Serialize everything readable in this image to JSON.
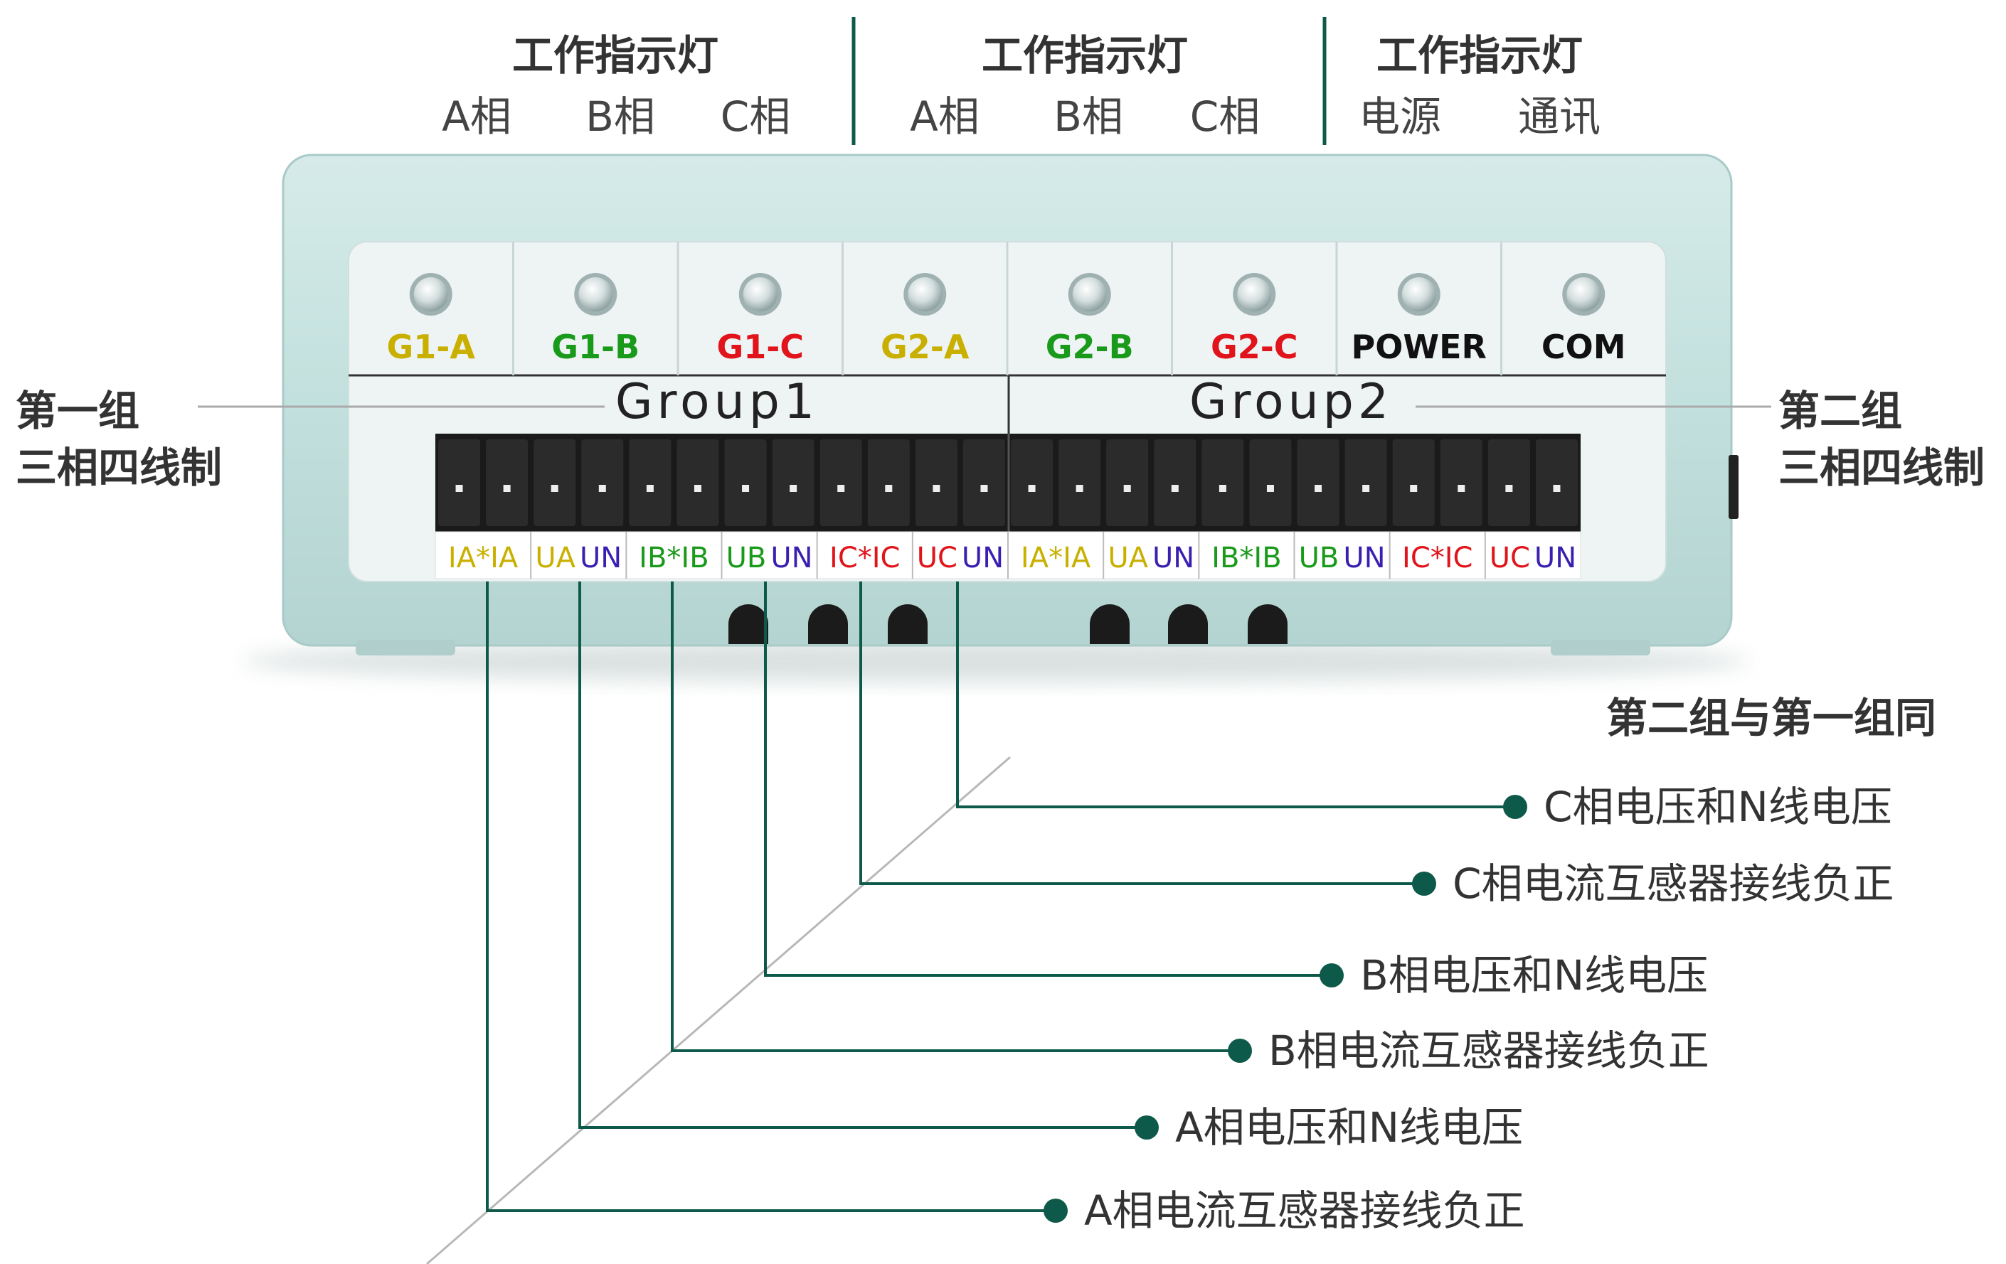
{
  "header_groups": [
    {
      "title": "工作指示灯",
      "subs": [
        "A相",
        "B相",
        "C相"
      ]
    },
    {
      "title": "工作指示灯",
      "subs": [
        "A相",
        "B相",
        "C相"
      ]
    },
    {
      "title": "工作指示灯",
      "subs": [
        "电源",
        "通讯"
      ]
    }
  ],
  "leds": [
    {
      "label": "G1-A",
      "color": "#c9b000"
    },
    {
      "label": "G1-B",
      "color": "#1a9a1a"
    },
    {
      "label": "G1-C",
      "color": "#e0141a"
    },
    {
      "label": "G2-A",
      "color": "#c9b000"
    },
    {
      "label": "G2-B",
      "color": "#1a9a1a"
    },
    {
      "label": "G2-C",
      "color": "#e0141a"
    },
    {
      "label": "POWER",
      "color": "#111111"
    },
    {
      "label": "COM",
      "color": "#111111"
    }
  ],
  "groups": [
    "Group1",
    "Group2"
  ],
  "side_labels": {
    "left": [
      "第一组",
      "三相四线制"
    ],
    "right": [
      "第二组",
      "三相四线制"
    ]
  },
  "terminal_labels": [
    [
      {
        "t": "IA*IA",
        "c": "#c9b000"
      }
    ],
    [
      {
        "t": "UA",
        "c": "#c9b000"
      },
      {
        "t": "UN",
        "c": "#3a1fb0"
      }
    ],
    [
      {
        "t": "IB*IB",
        "c": "#1a9a1a"
      }
    ],
    [
      {
        "t": "UB",
        "c": "#1a9a1a"
      },
      {
        "t": "UN",
        "c": "#3a1fb0"
      }
    ],
    [
      {
        "t": "IC*IC",
        "c": "#e0141a"
      }
    ],
    [
      {
        "t": "UC",
        "c": "#e0141a"
      },
      {
        "t": "UN",
        "c": "#3a1fb0"
      }
    ],
    [
      {
        "t": "IA*IA",
        "c": "#c9b000"
      }
    ],
    [
      {
        "t": "UA",
        "c": "#c9b000"
      },
      {
        "t": "UN",
        "c": "#3a1fb0"
      }
    ],
    [
      {
        "t": "IB*IB",
        "c": "#1a9a1a"
      }
    ],
    [
      {
        "t": "UB",
        "c": "#1a9a1a"
      },
      {
        "t": "UN",
        "c": "#3a1fb0"
      }
    ],
    [
      {
        "t": "IC*IC",
        "c": "#e0141a"
      }
    ],
    [
      {
        "t": "UC",
        "c": "#e0141a"
      },
      {
        "t": "UN",
        "c": "#3a1fb0"
      }
    ]
  ],
  "note": "第二组与第一组同",
  "callouts": [
    "C相电压和N线电压",
    "C相电流互感器接线负正",
    "B相电压和N线电压",
    "B相电流互感器接线负正",
    "A相电压和N线电压",
    "A相电流互感器接线负正"
  ],
  "colors": {
    "device_body": "#c3e2df",
    "panel": "#eef4f4",
    "terminal": "#1a1a1a",
    "wire": "#0e5a4a",
    "header_text": "#333333"
  }
}
